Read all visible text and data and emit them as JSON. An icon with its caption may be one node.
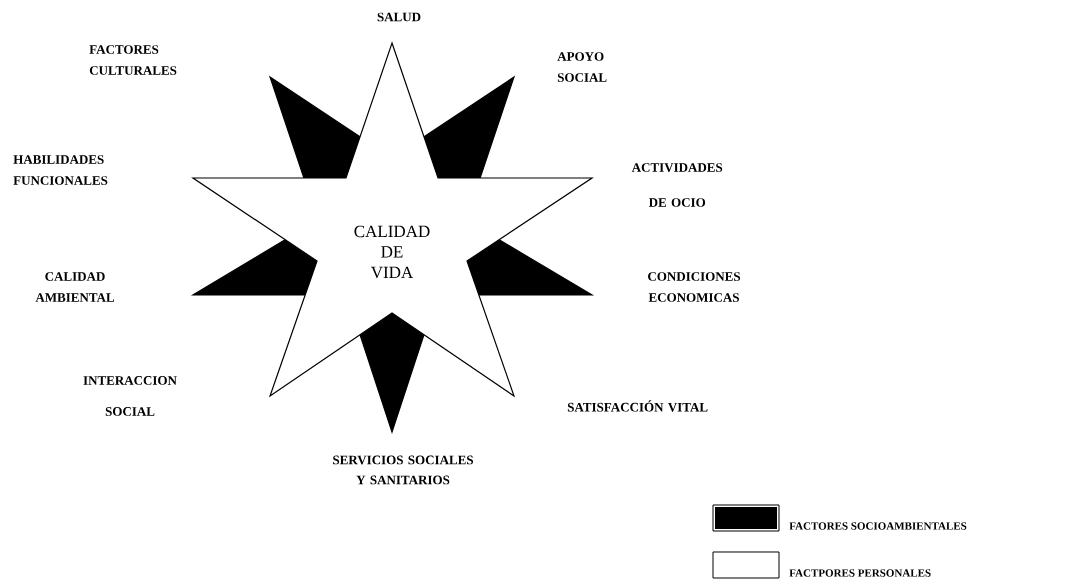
{
  "diagram": {
    "nodes": [
      {
        "text": [
          "CALIDAD DE VIDA"
        ]
      },
      {
        "text": [],
        "shape": "star"
      }
    ],
    "labels": [
      "SALUD",
      "FACTORES CULTURALES",
      "APOYO SOCIAL",
      "HABILIDADES FUNCIONALES",
      "ACTIVIDADES DE OCIO",
      "CALIDAD AMBIENTAL",
      "CONDICIONES ECONOMICAS",
      "INTERACCION SOCIAL",
      "SATISFACCIÓN  VITAL",
      "SERVICIOS SOCIALES Y SANITARIOS"
    ],
    "legend": [
      {
        "text": "FACTORES SOCIOAMBIENTALES",
        "color": "#000000"
      },
      {
        "text": "FACTPORES PERSONALES",
        "color": "#ffffff"
      }
    ]
  }
}
